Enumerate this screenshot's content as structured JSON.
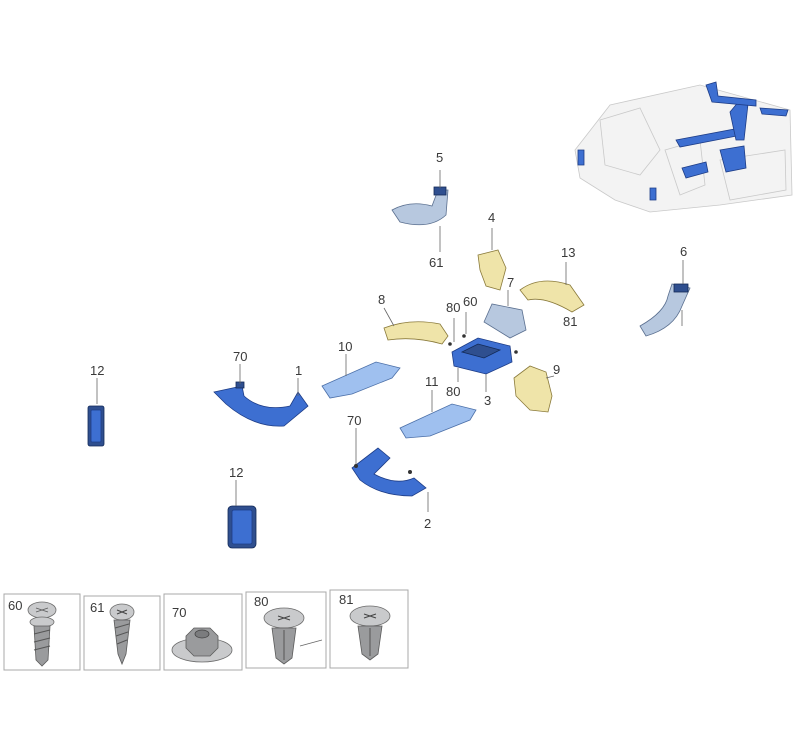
{
  "callouts": {
    "c1": "1",
    "c2": "2",
    "c3": "3",
    "c4": "4",
    "c5": "5",
    "c6": "6",
    "c7": "7",
    "c8": "8",
    "c9": "9",
    "c10": "10",
    "c11": "11",
    "c12a": "12",
    "c12b": "12",
    "c13": "13",
    "c60": "60",
    "c61": "61",
    "c70a": "70",
    "c70b": "70",
    "c80a": "80",
    "c80b": "80",
    "c81": "81"
  },
  "fasteners": [
    {
      "label": "60",
      "icon": "screw-pan-head-icon"
    },
    {
      "label": "61",
      "icon": "screw-tapping-icon"
    },
    {
      "label": "70",
      "icon": "hex-flange-nut-icon"
    },
    {
      "label": "80",
      "icon": "push-clip-icon"
    },
    {
      "label": "81",
      "icon": "push-clip-icon"
    }
  ],
  "colors": {
    "duct_blue": "#3d6fd1",
    "duct_light_blue": "#9fc0ef",
    "insulation_yellow": "#efe4a9",
    "vehicle_ghost": "#f3f3f3"
  }
}
